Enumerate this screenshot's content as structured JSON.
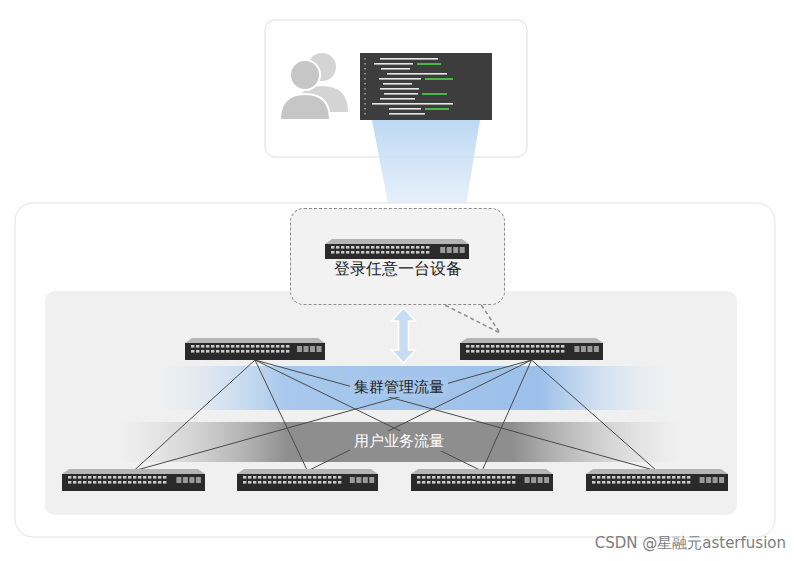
{
  "diagram": {
    "nodes": [
      {
        "text": [
          "登录任意一台设备"
        ]
      },
      {
        "text": [
          "集群管理流量"
        ]
      },
      {
        "text": [
          "用户业务流量"
        ]
      }
    ],
    "edges": [
      {
        "from": 0,
        "to": 1,
        "arrow": "both"
      }
    ],
    "labels": [
      "CSDN @星融元asterfusion"
    ]
  }
}
